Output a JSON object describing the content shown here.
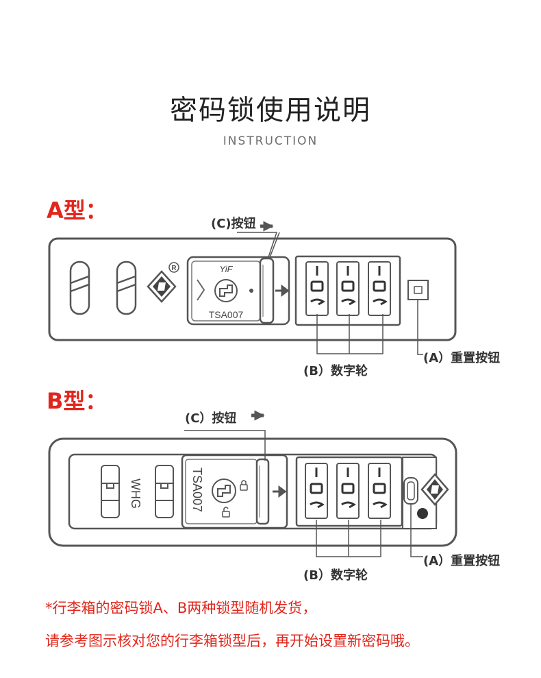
{
  "header": {
    "title": "密码锁使用说明",
    "subtitle": "INSTRUCTION"
  },
  "typeA": {
    "label": "A型：",
    "brand": "YiF",
    "model": "TSA007",
    "callouts": {
      "button_c": "(C)按钮",
      "wheels": "(B）数字轮",
      "reset": "(A）重置按钮"
    }
  },
  "typeB": {
    "label": "B型：",
    "model": "TSA007",
    "latch_text": "WHG",
    "callouts": {
      "button_c": "(C）按钮",
      "wheels": "(B）数字轮",
      "reset": "(A）重置按钮"
    }
  },
  "notes": {
    "line1": "*行李箱的密码锁A、B两种锁型随机发货，",
    "line2": "请参考图示核对您的行李箱锁型后，再开始设置新密码哦。"
  },
  "colors": {
    "accent_red": "#e1261c",
    "line_gray": "#555555"
  }
}
